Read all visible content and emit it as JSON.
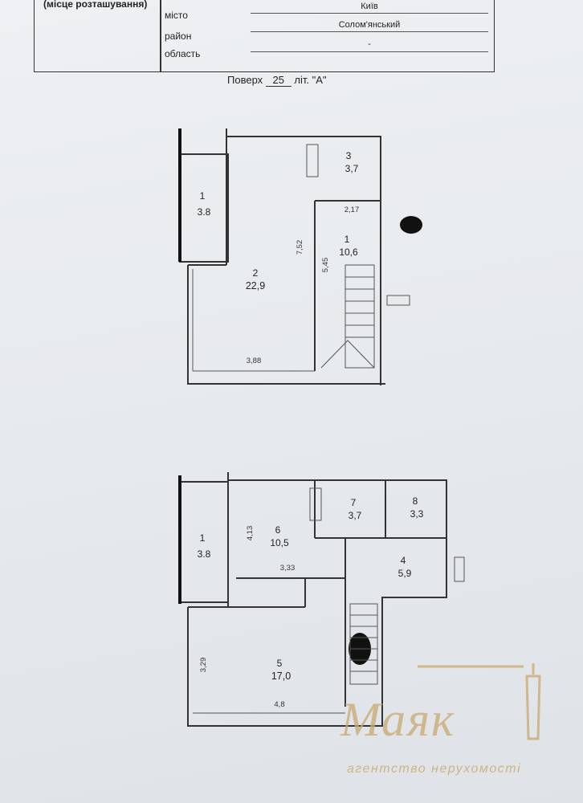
{
  "header": {
    "place_label": "(місце розташування)",
    "city_label": "місто",
    "city_value": "Київ",
    "district_label": "район",
    "district_value": "Солом'янський",
    "region_label": "область",
    "region_value": "-"
  },
  "floor": {
    "prefix": "Поверх",
    "number": "25",
    "letter": "літ. \"А\""
  },
  "plan_top": {
    "rooms": [
      {
        "num": "1",
        "area": "3.8"
      },
      {
        "num": "2",
        "area": "22,9"
      },
      {
        "num": "3",
        "area": "3,7"
      },
      {
        "num": "1",
        "area": "10,6"
      }
    ],
    "dims": {
      "d1": "7,52",
      "d2": "5,45",
      "d3": "2,17",
      "d4": "3,88"
    }
  },
  "plan_bottom": {
    "rooms": [
      {
        "num": "1",
        "area": "3.8"
      },
      {
        "num": "6",
        "area": "10,5"
      },
      {
        "num": "7",
        "area": "3,7"
      },
      {
        "num": "8",
        "area": "3,3"
      },
      {
        "num": "4",
        "area": "5,9"
      },
      {
        "num": "5",
        "area": "17,0"
      }
    ],
    "dims": {
      "d1": "4,13",
      "d2": "3,33",
      "d3": "3,29",
      "d4": "4,8"
    }
  },
  "watermark": {
    "name": "Маяк",
    "subtitle": "агентство нерухомості",
    "color": "#c9ab73"
  }
}
